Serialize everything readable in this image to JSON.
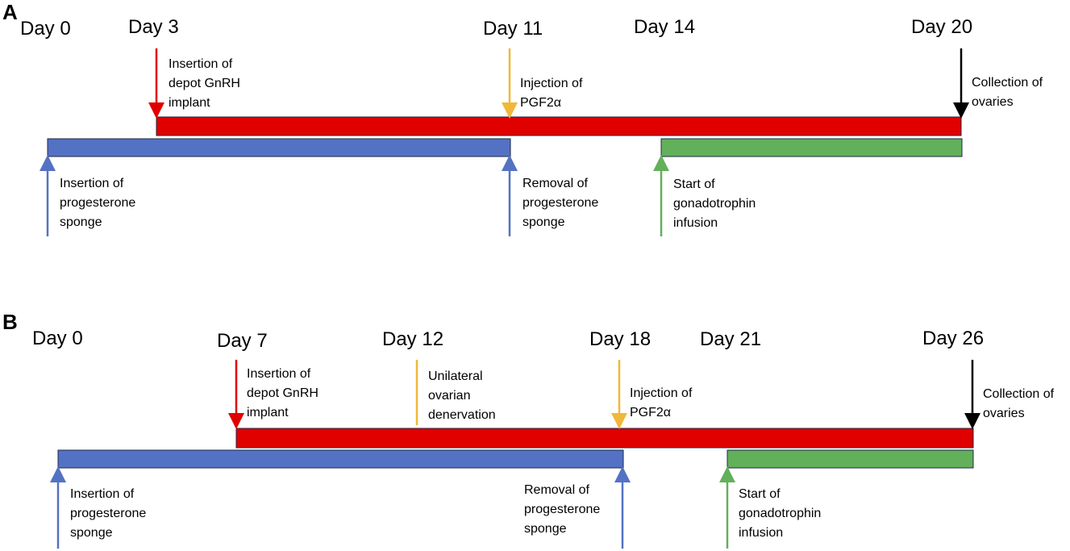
{
  "colors": {
    "red": "#e00000",
    "blue": "#5472c4",
    "green": "#62b05a",
    "orange": "#f0b83a",
    "black": "#000000",
    "outline": "#1f2a44"
  },
  "panels": [
    {
      "letter": "A",
      "days": [
        "Day 0",
        "Day 3",
        "Day 11",
        "Day 14",
        "Day 20"
      ],
      "bars": [
        {
          "color": "red",
          "from_day": 3,
          "to_day": 20
        },
        {
          "color": "blue",
          "from_day": 0,
          "to_day": 11
        },
        {
          "color": "green",
          "from_day": 14,
          "to_day": 20
        }
      ],
      "events": [
        {
          "day": 3,
          "color": "red",
          "direction": "down",
          "label": [
            "Insertion of",
            "depot GnRH",
            "implant"
          ]
        },
        {
          "day": 11,
          "color": "orange",
          "direction": "down",
          "label": [
            "Injection of",
            "PGF2α"
          ]
        },
        {
          "day": 20,
          "color": "black",
          "direction": "down",
          "label": [
            "Collection of",
            "ovaries"
          ]
        },
        {
          "day": 0,
          "color": "blue",
          "direction": "up",
          "label": [
            "Insertion of",
            "progesterone",
            "sponge"
          ]
        },
        {
          "day": 11,
          "color": "blue",
          "direction": "up",
          "label": [
            "Removal of",
            "progesterone",
            "sponge"
          ]
        },
        {
          "day": 14,
          "color": "green",
          "direction": "up",
          "label": [
            "Start of",
            "gonadotrophin",
            "infusion"
          ]
        }
      ]
    },
    {
      "letter": "B",
      "days": [
        "Day 0",
        "Day 7",
        "Day 12",
        "Day 18",
        "Day 21",
        "Day 26"
      ],
      "bars": [
        {
          "color": "red",
          "from_day": 7,
          "to_day": 26
        },
        {
          "color": "blue",
          "from_day": 0,
          "to_day": 18
        },
        {
          "color": "green",
          "from_day": 21,
          "to_day": 26
        }
      ],
      "events": [
        {
          "day": 7,
          "color": "red",
          "direction": "down",
          "label": [
            "Insertion of",
            "depot GnRH",
            "implant"
          ]
        },
        {
          "day": 12,
          "color": "orange",
          "direction": "none",
          "label": [
            "Unilateral",
            "ovarian",
            "denervation"
          ]
        },
        {
          "day": 18,
          "color": "orange",
          "direction": "down",
          "label": [
            "Injection of",
            "PGF2α"
          ]
        },
        {
          "day": 26,
          "color": "black",
          "direction": "down",
          "label": [
            "Collection of",
            "ovaries"
          ]
        },
        {
          "day": 0,
          "color": "blue",
          "direction": "up",
          "label": [
            "Insertion of",
            "progesterone",
            "sponge"
          ]
        },
        {
          "day": 18,
          "color": "blue",
          "direction": "up",
          "label": [
            "Removal of",
            "progesterone",
            "sponge"
          ]
        },
        {
          "day": 21,
          "color": "green",
          "direction": "up",
          "label": [
            "Start of",
            "gonadotrophin",
            "infusion"
          ]
        }
      ]
    }
  ]
}
